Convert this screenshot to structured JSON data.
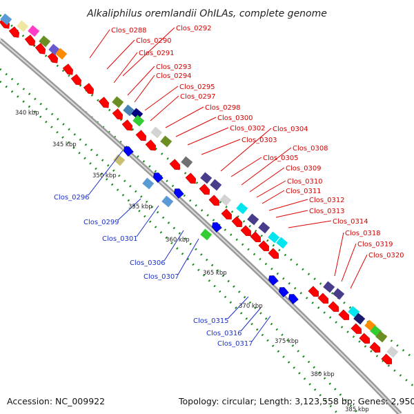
{
  "title": "Alkaliphilus oremlandii OhILAs, complete genome",
  "footer": {
    "accession": "Accession: NC_009922",
    "topology": "Topology: circular; Length: 3,123,558 bp; Genes: 2,950"
  },
  "colors": {
    "forward_gene": "#ff0000",
    "reverse_gene": "#0000ff",
    "label_red": "#d40000",
    "label_blue": "#1a2fc8",
    "backbone": "#888888",
    "ticks": "#1a8a1a"
  },
  "scale_labels": [
    "340 kbp",
    "345 kbp",
    "350 kbp",
    "355 kbp",
    "360 kbp",
    "365 kbp",
    "370 kbp",
    "375 kbp",
    "380 kbp",
    "385 kbp"
  ],
  "forward_labels": [
    "Clos_0288",
    "Clos_0290",
    "Clos_0291",
    "Clos_0292",
    "Clos_0293",
    "Clos_0294",
    "Clos_0295",
    "Clos_0297",
    "Clos_0298",
    "Clos_0300",
    "Clos_0302",
    "Clos_0303",
    "Clos_0304",
    "Clos_0305",
    "Clos_0308",
    "Clos_0309",
    "Clos_0310",
    "Clos_0311",
    "Clos_0312",
    "Clos_0313",
    "Clos_0314",
    "Clos_0318",
    "Clos_0319",
    "Clos_0320"
  ],
  "reverse_labels": [
    "Clos_0296",
    "Clos_0299",
    "Clos_0301",
    "Clos_0306",
    "Clos_0307",
    "Clos_0315",
    "Clos_0316",
    "Clos_0317"
  ]
}
